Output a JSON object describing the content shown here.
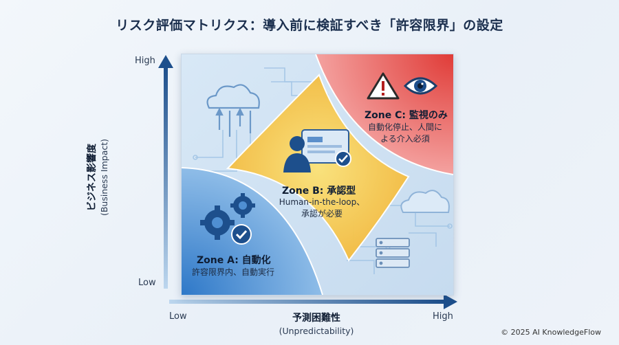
{
  "title": "リスク評価マトリクス：導入前に検証すべき「許容限界」の設定",
  "axes": {
    "y": {
      "title": "ビジネス影響度",
      "subtitle": "(Business Impact)",
      "high": "High",
      "low": "Low"
    },
    "x": {
      "title": "予測困難性",
      "subtitle": "(Unpredictability)",
      "low": "Low",
      "high": "High"
    }
  },
  "zones": {
    "a": {
      "title": "Zone A: 自動化",
      "desc": "許容限界内、自動実行",
      "color": "#3f8ad6"
    },
    "b": {
      "title": "Zone B: 承認型",
      "desc_line1": "Human-in-the-loop、",
      "desc_line2": "承認が必要",
      "color": "#f7c948"
    },
    "c": {
      "title": "Zone C: 監視のみ",
      "desc_line1": "自動化停止、人間に",
      "desc_line2": "よる介入必須",
      "color": "#e0504a"
    }
  },
  "icons": [
    "cloud-icon",
    "gears-icon",
    "checkmark-icon",
    "user-screen-icon",
    "warning-icon",
    "eye-icon",
    "server-icon"
  ],
  "copyright": "© 2025 AI KnowledgeFlow"
}
